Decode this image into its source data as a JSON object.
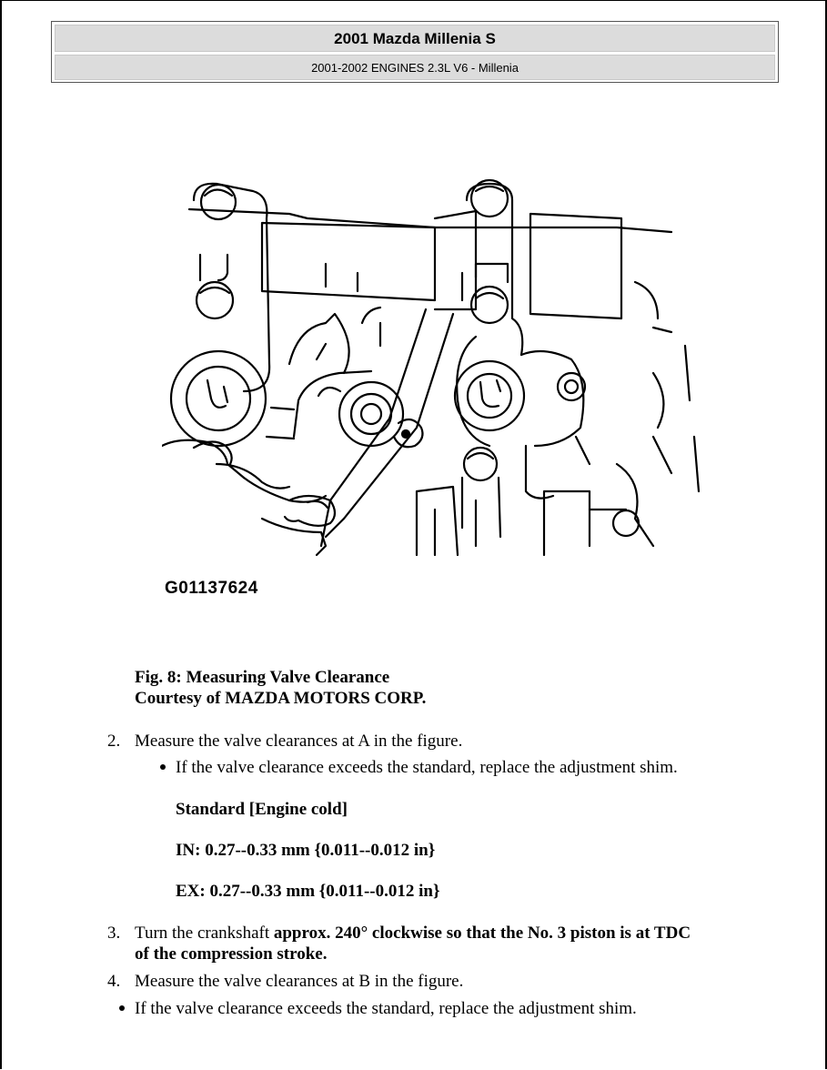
{
  "header": {
    "title": "2001 Mazda Millenia S",
    "subtitle": "2001-2002 ENGINES 2.3L V6 - Millenia"
  },
  "figure": {
    "id_label": "G01137624",
    "caption_line1": "Fig. 8: Measuring Valve Clearance",
    "caption_line2": "Courtesy of MAZDA MOTORS CORP."
  },
  "steps": {
    "step2": {
      "number": "2.",
      "text": "Measure the valve clearances at A in the figure.",
      "bullet": "If the valve clearance exceeds the standard, replace the adjustment shim."
    },
    "standard": {
      "heading": "Standard [Engine cold]",
      "in": "IN: 0.27--0.33 mm {0.011--0.012 in}",
      "ex": "EX: 0.27--0.33 mm {0.011--0.012 in}"
    },
    "step3": {
      "number": "3.",
      "text_plain": "Turn the crankshaft ",
      "text_bold": "approx. 240° clockwise so that the No. 3 piston is at TDC",
      "text_bold_line2": "of the compression stroke."
    },
    "step4": {
      "number": "4.",
      "text": "Measure the valve clearances at B in the figure.",
      "bullet": "If the valve clearance exceeds the standard, replace the adjustment shim."
    }
  }
}
